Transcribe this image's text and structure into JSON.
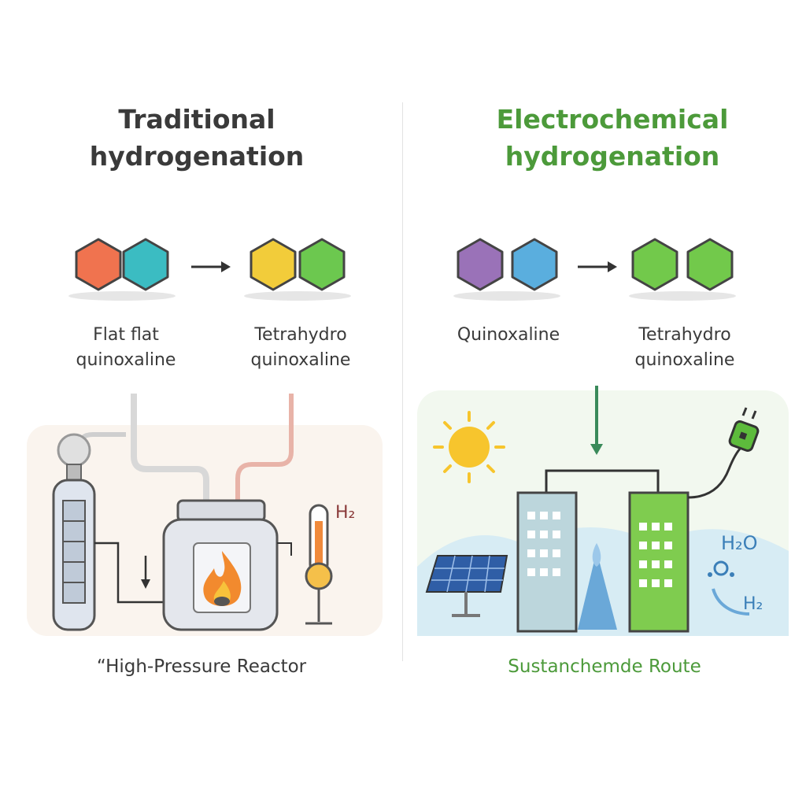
{
  "left": {
    "title_line1": "Traditional",
    "title_line2": "hydrogenation",
    "reactant_line1": "Flat flat",
    "reactant_line2": "quinoxaline",
    "product_line1": "Tetrahydro",
    "product_line2": "quinoxaline",
    "h2_label": "H₂",
    "caption": "“High-Pressure Reactor"
  },
  "right": {
    "title_line1": "Electrochemical",
    "title_line2": "hydrogenation",
    "reactant_label": "Quinoxaline",
    "product_line1": "Tetrahydro",
    "product_line2": "quinoxaline",
    "h2o_label": "H₂O",
    "h2_label": "H₂",
    "caption": "Sustanchemde Route"
  },
  "colors": {
    "left_reactant": [
      "#f0734f",
      "#3bbcc2"
    ],
    "left_product": [
      "#f2cc3a",
      "#6cc84f"
    ],
    "right_reactant": [
      "#9a72b8",
      "#5aaede"
    ],
    "right_product": [
      "#72c94b",
      "#72c94b"
    ],
    "accent_green": "#4c9a3a"
  },
  "icons": [
    "sun-icon",
    "solar-panel-icon",
    "plug-icon",
    "flame-icon",
    "thermometer-icon",
    "gas-cylinder-icon"
  ]
}
